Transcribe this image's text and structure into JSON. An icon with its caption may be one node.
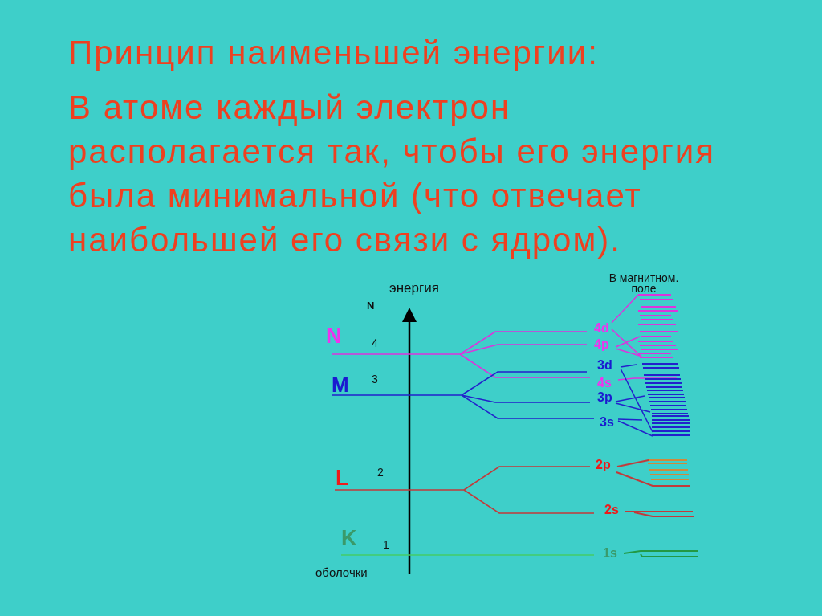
{
  "diagram": {
    "title": "Принцип наименьшей энергии:",
    "labels": [
      "В атоме каждый электрон располагается так, чтобы его энергия была минимальной (что отвечает наибольшей его связи с ядром).",
      "В магнитном. поле",
      "энергия",
      "N",
      "N",
      "4",
      "4d",
      "4p",
      "M",
      "3",
      "3d",
      "4s",
      "3p",
      "3s",
      "L",
      "2",
      "2p",
      "2s",
      "K",
      "1",
      "1s",
      "оболочки"
    ]
  }
}
